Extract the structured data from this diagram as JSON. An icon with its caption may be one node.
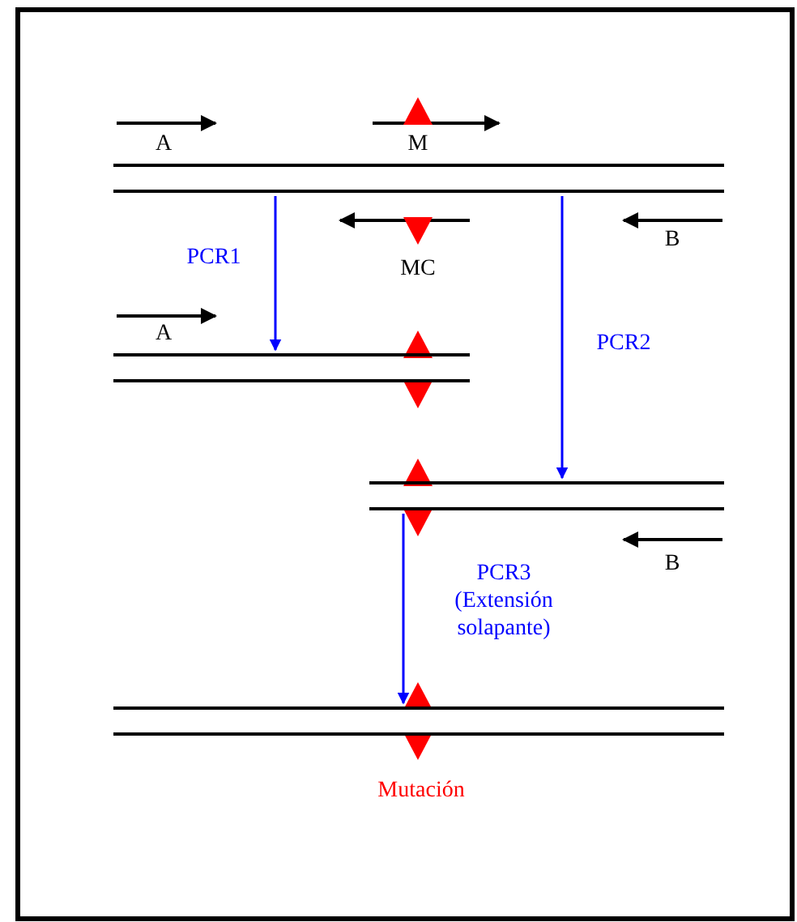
{
  "diagram": {
    "nodes": [
      {
        "text": [],
        "shape": "bar"
      },
      {
        "text": [],
        "shape": "bar"
      },
      {
        "text": [],
        "shape": "bar"
      },
      {
        "text": [],
        "shape": "bar"
      }
    ],
    "edges": [
      {
        "from": 0,
        "to": 1,
        "arrow": "to",
        "label": "PCR1"
      },
      {
        "from": 0,
        "to": 2,
        "arrow": "to",
        "label": "PCR2"
      },
      {
        "from": 2,
        "to": 3,
        "arrow": "to",
        "label": "PCR3 (Extensión solapante)"
      }
    ],
    "labels": [
      "A",
      "M",
      "B",
      "MC",
      "A",
      "B",
      "Mutación"
    ]
  }
}
